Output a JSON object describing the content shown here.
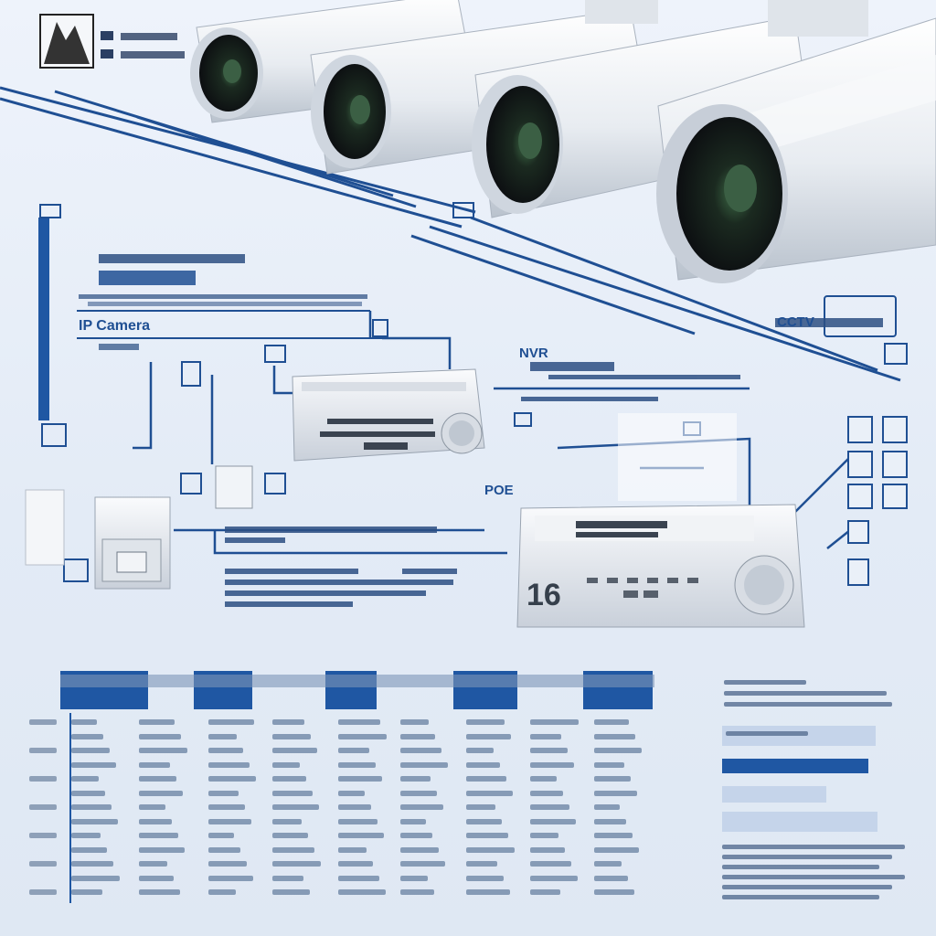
{
  "labels": {
    "ip_camera": "IP Camera",
    "nvr": "NVR",
    "poe": "POE",
    "cctv": "CCTV",
    "nvr_channels": "16"
  },
  "colors": {
    "accent_blue": "#1f57a3",
    "line_blue": "#1f4f93",
    "camera_body": "#eef1f5",
    "lens_dark": "#1c1f24",
    "lens_glass": "#2f4a34",
    "background": "#e6edf7"
  },
  "icons": [
    "camera-icon",
    "switch-icon",
    "recorder-icon",
    "monitor-icon",
    "network-icon"
  ]
}
